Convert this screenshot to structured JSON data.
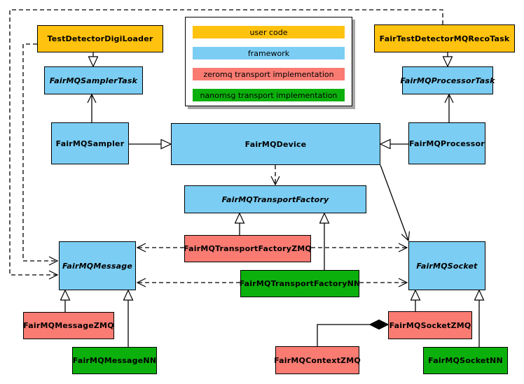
{
  "colors": {
    "user_code": "#FFC20E",
    "framework": "#7BCDF3",
    "zeromq": "#F97B72",
    "nanomsg": "#0CB00C"
  },
  "legend": {
    "items": [
      {
        "label": "user code",
        "color": "#FFC20E"
      },
      {
        "label": "framework",
        "color": "#7BCDF3"
      },
      {
        "label": "zeromq transport implementation",
        "color": "#F97B72"
      },
      {
        "label": "nanomsg transport implementation",
        "color": "#0CB00C"
      }
    ]
  },
  "nodes": {
    "test_detector_digi_loader": {
      "label": "TestDetectorDigiLoader",
      "category": "user code",
      "abstract": false
    },
    "fair_test_detector_mq_reco_task": {
      "label": "FairTestDetectorMQRecoTask",
      "category": "user code",
      "abstract": false
    },
    "fairmq_sampler_task": {
      "label": "FairMQSamplerTask",
      "category": "framework",
      "abstract": true
    },
    "fairmq_processor_task": {
      "label": "FairMQProcessorTask",
      "category": "framework",
      "abstract": true
    },
    "fairmq_sampler": {
      "label": "FairMQSampler",
      "category": "framework",
      "abstract": false
    },
    "fairmq_device": {
      "label": "FairMQDevice",
      "category": "framework",
      "abstract": false
    },
    "fairmq_processor": {
      "label": "FairMQProcessor",
      "category": "framework",
      "abstract": false
    },
    "fairmq_transport_factory": {
      "label": "FairMQTransportFactory",
      "category": "framework",
      "abstract": true
    },
    "fairmq_transport_factory_zmq": {
      "label": "FairMQTransportFactoryZMQ",
      "category": "zeromq",
      "abstract": false
    },
    "fairmq_transport_factory_nn": {
      "label": "FairMQTransportFactoryNN",
      "category": "nanomsg",
      "abstract": false
    },
    "fairmq_message": {
      "label": "FairMQMessage",
      "category": "framework",
      "abstract": true
    },
    "fairmq_socket": {
      "label": "FairMQSocket",
      "category": "framework",
      "abstract": true
    },
    "fairmq_message_zmq": {
      "label": "FairMQMessageZMQ",
      "category": "zeromq",
      "abstract": false
    },
    "fairmq_message_nn": {
      "label": "FairMQMessageNN",
      "category": "nanomsg",
      "abstract": false
    },
    "fairmq_socket_zmq": {
      "label": "FairMQSocketZMQ",
      "category": "zeromq",
      "abstract": false
    },
    "fairmq_socket_nn": {
      "label": "FairMQSocketNN",
      "category": "nanomsg",
      "abstract": false
    },
    "fairmq_context_zmq": {
      "label": "FairMQContextZMQ",
      "category": "zeromq",
      "abstract": false
    }
  }
}
